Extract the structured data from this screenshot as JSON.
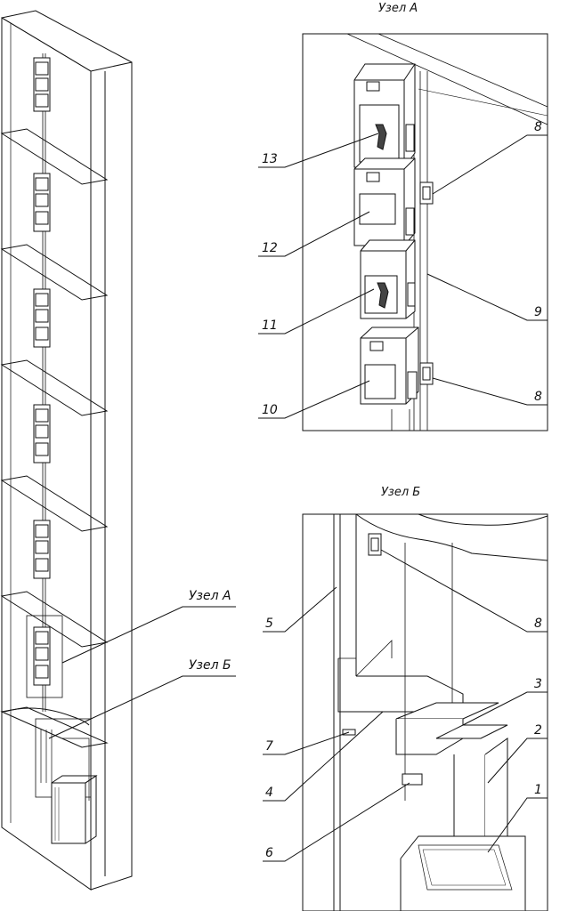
{
  "headings": {
    "node_a_top": "Узел А",
    "node_b_top": "Узел Б"
  },
  "callouts_left": {
    "node_a": "Узел А",
    "node_b": "Узел Б"
  },
  "detail_a_numbers": [
    "13",
    "12",
    "11",
    "10",
    "8",
    "9",
    "8"
  ],
  "detail_b_numbers": [
    "5",
    "7",
    "4",
    "6",
    "8",
    "3",
    "2",
    "1"
  ]
}
